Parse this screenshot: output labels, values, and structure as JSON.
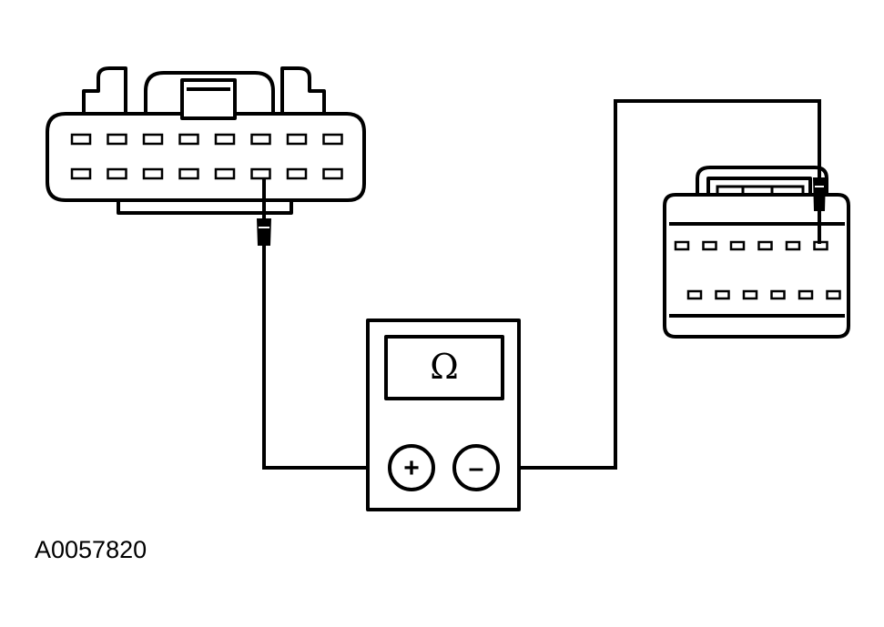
{
  "figure": {
    "id_label": "A0057820"
  },
  "meter": {
    "display_symbol": "Ω",
    "positive_label": "+",
    "negative_label": "–"
  },
  "connector_left": {
    "rows": 2,
    "pins_per_row": 8
  },
  "connector_right": {
    "rows": 2,
    "pins_per_row": 6
  }
}
